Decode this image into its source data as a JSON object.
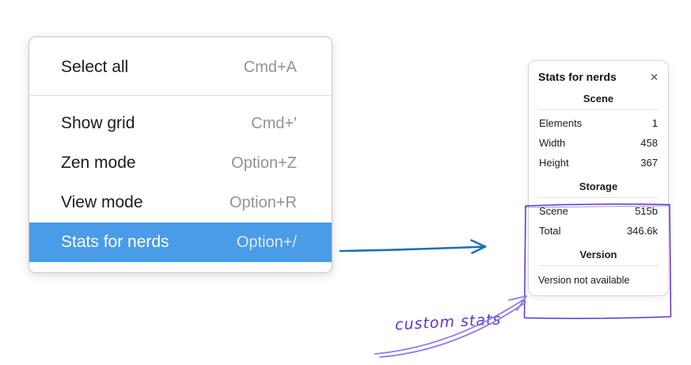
{
  "menu": {
    "items": [
      {
        "label": "Select all",
        "shortcut": "Cmd+A"
      },
      {
        "label": "Show grid",
        "shortcut": "Cmd+'"
      },
      {
        "label": "Zen mode",
        "shortcut": "Option+Z"
      },
      {
        "label": "View mode",
        "shortcut": "Option+R"
      },
      {
        "label": "Stats for nerds",
        "shortcut": "Option+/"
      }
    ],
    "selected_item": "Stats for nerds"
  },
  "stats_panel": {
    "title": "Stats for nerds",
    "close_icon": "✕",
    "scene_section": {
      "header": "Scene",
      "rows": [
        {
          "label": "Elements",
          "value": "1"
        },
        {
          "label": "Width",
          "value": "458"
        },
        {
          "label": "Height",
          "value": "367"
        }
      ]
    },
    "storage_section": {
      "header": "Storage",
      "rows": [
        {
          "label": "Scene",
          "value": "515b"
        },
        {
          "label": "Total",
          "value": "346.6k"
        }
      ]
    },
    "version_section": {
      "header": "Version",
      "note": "Version not available"
    }
  },
  "annotation": {
    "label": "custom stats"
  },
  "colors": {
    "selection_blue": "#4a9be8",
    "flow_arrow_blue": "#1d6fb7",
    "annotation_purple": "#5d33d6",
    "sketch_purple": "#8d7bea"
  }
}
